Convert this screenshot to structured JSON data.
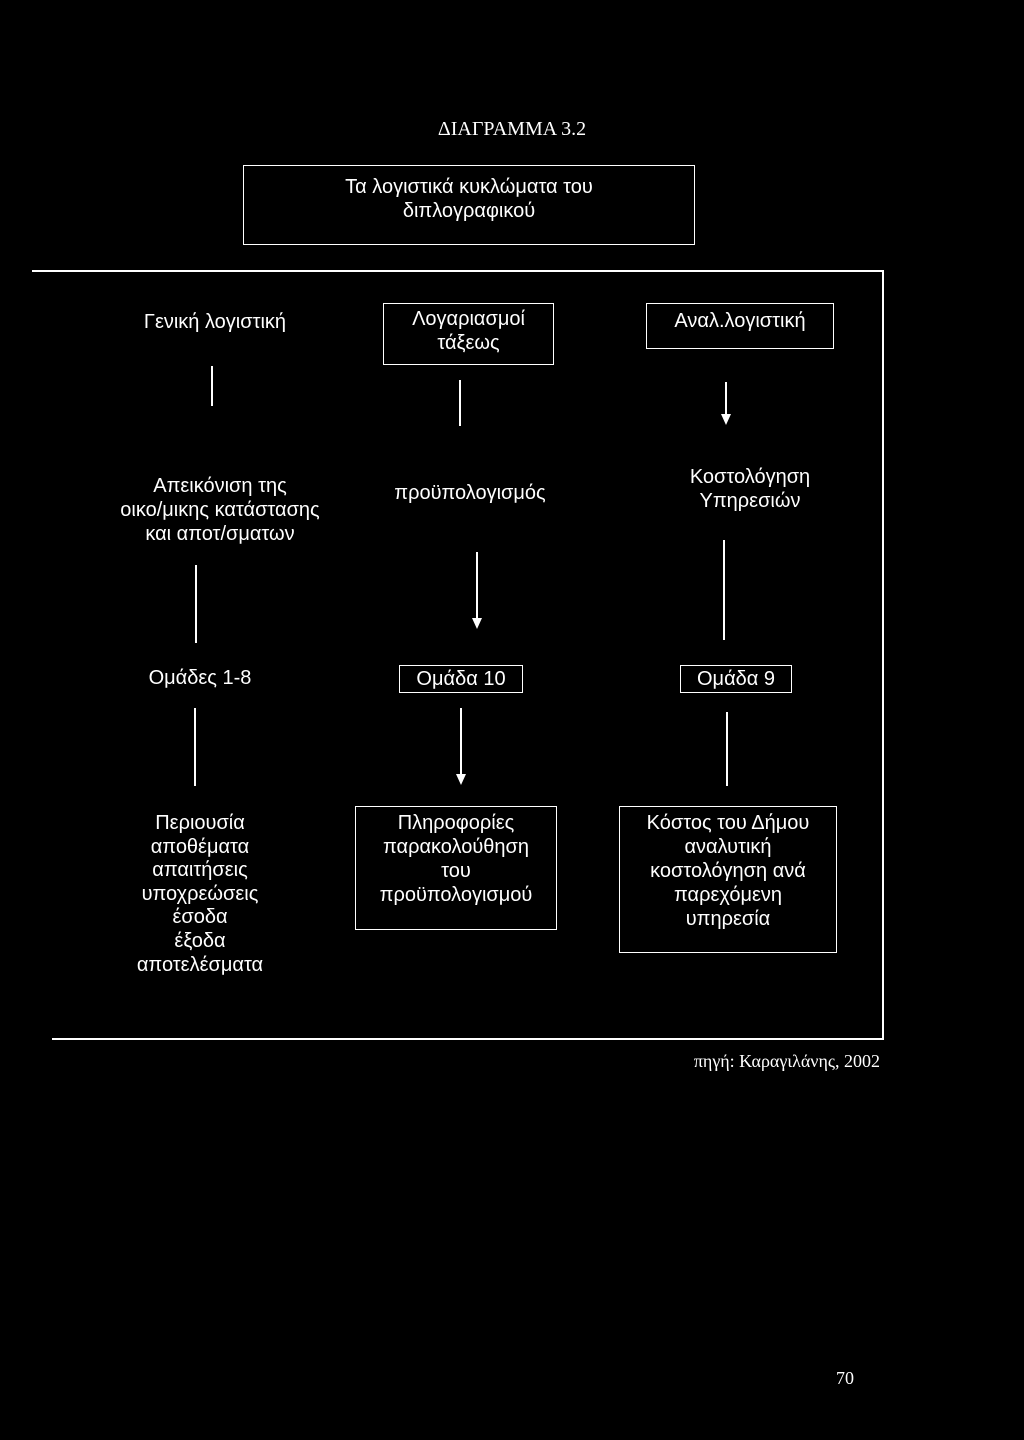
{
  "diagram": {
    "heading": "ΔΙΑΓΡΑΜΜΑ 3.2",
    "title": "Τα λογιστικά κυκλώματα του\nδιπλογραφικού",
    "columns": {
      "general": {
        "header": "Γενική λογιστική",
        "middle": "Απεικόνιση της\nοικο/μικης κατάστασης\nκαι αποτ/σματων",
        "group": "Ομάδες 1-8",
        "details": "Περιουσία\nαποθέματα\nαπαιτήσεις\nυποχρεώσεις\nέσοδα\nέξοδα\nαποτελέσματα"
      },
      "order": {
        "header": "Λογαριασμοί\nτάξεως",
        "middle": "προϋπολογισμός",
        "group": "Ομάδα 10",
        "details": "Πληροφορίες\nπαρακολούθηση\nτου\nπροϋπολογισμού"
      },
      "analytic": {
        "header": "Αναλ.λογιστική",
        "middle": "Κοστολόγηση\nΥπηρεσιών",
        "group": "Ομάδα 9",
        "details": "Κόστος του Δήμου\nαναλυτική\nκοστολόγηση ανά\nπαρεχόμενη\nυπηρεσία"
      }
    },
    "source": "πηγή: Καραγιλάνης, 2002"
  },
  "page_number": "70"
}
